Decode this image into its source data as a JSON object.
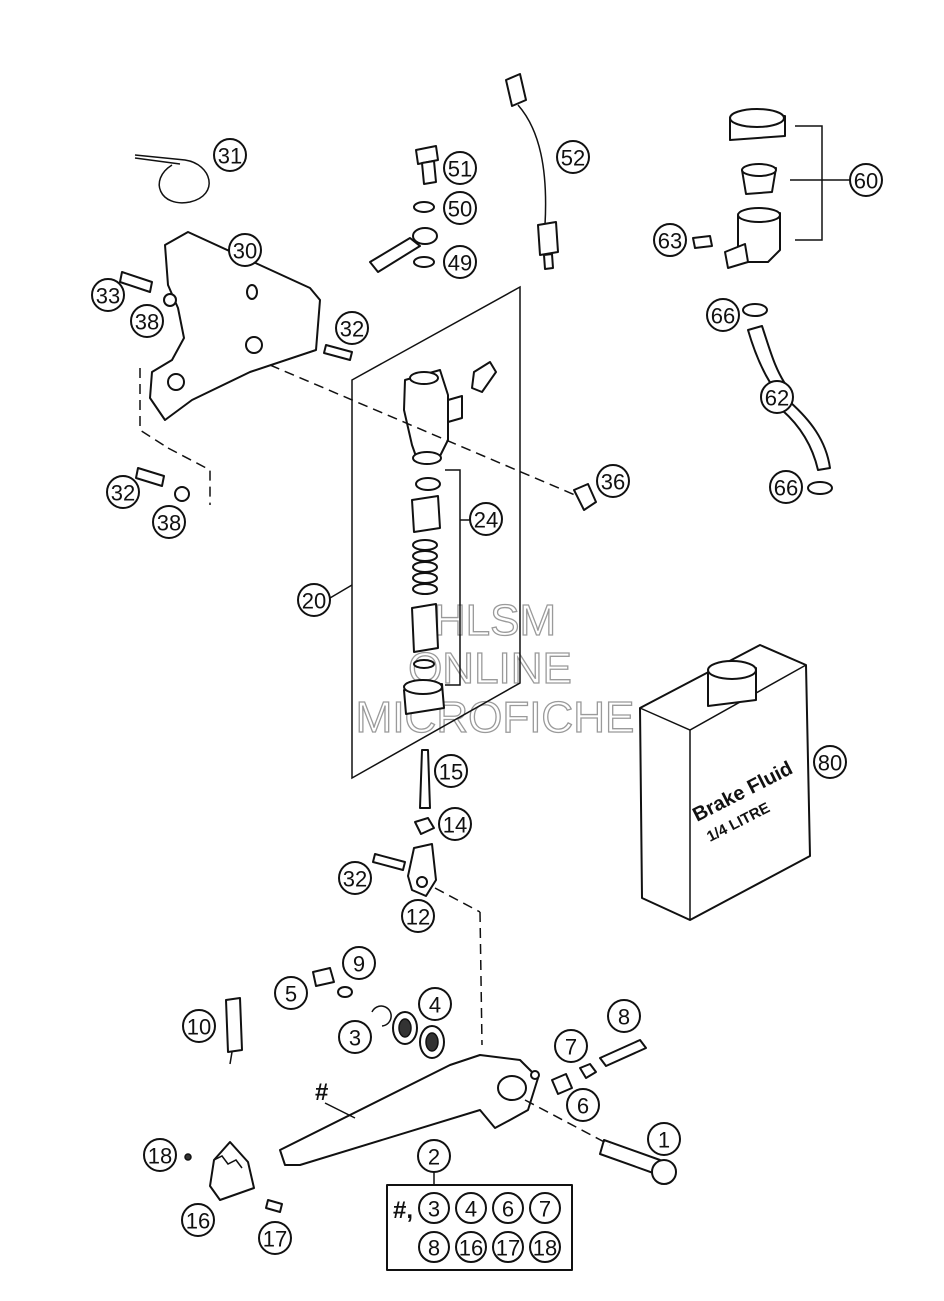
{
  "watermark": {
    "line1": "HLSM",
    "line2": "ONLINE",
    "line3": "MICROFICHE"
  },
  "brake_fluid": {
    "label": "Brake Fluid",
    "volume": "1/4 LITRE"
  },
  "kit": {
    "prefix": "#,",
    "row1": [
      "3",
      "4",
      "6",
      "7"
    ],
    "row2": [
      "8",
      "16",
      "17",
      "18"
    ]
  },
  "hash_mark": "#",
  "callouts": [
    "31",
    "51",
    "52",
    "60",
    "50",
    "30",
    "49",
    "63",
    "33",
    "32",
    "38",
    "66",
    "62",
    "36",
    "32",
    "38",
    "24",
    "66",
    "20",
    "15",
    "80",
    "14",
    "32",
    "12",
    "9",
    "5",
    "4",
    "8",
    "10",
    "3",
    "7",
    "6",
    "1",
    "18",
    "2",
    "16",
    "17"
  ]
}
